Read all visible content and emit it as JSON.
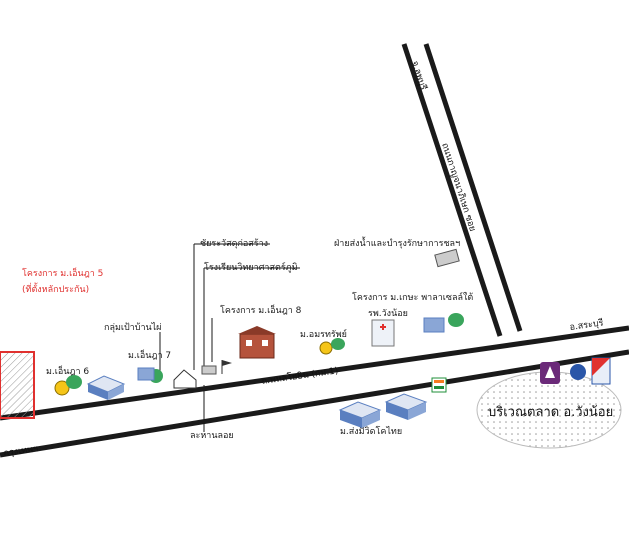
{
  "roads": {
    "main_road": "ถ.พหลโยธิน (กม.1)",
    "left_end": "กรุงเทพฯ",
    "right_end": "อ.สระบุรี",
    "side_road_north": "จ.ลพบุรี",
    "side_road_name": "ถนนกาญจนาภิเษก ซอย"
  },
  "labels": {
    "target_project": "โครงการ ม.เอ็นฎา 5",
    "target_project_note": "(ที่ตั้งหลักประกัน)",
    "chaiya": "ชัยระวัสดุก่อสร้าง",
    "school": "โรงเรียนวิทยาศาสตร์ภูมิ",
    "kru_thai": "กลุ่มเป้าบ้านไผ่",
    "mo_ensada7": "ม.เอ็นฎา 7",
    "mo_ensada6": "ม.เอ็นฎา 6",
    "project8": "โครงการ ม.เอ็นฎา 8",
    "mo_amornsap": "ม.อมรทรัพย์",
    "hospital": "รพ.วังน้อย",
    "project_khorat": "โครงการ ม.เกษะ พาลาเซลล์ใต้",
    "water_office": "ฝ่ายส่งน้ำและบำรุงรักษาการชลฯ",
    "bus_stop": "ละหานลอย",
    "petrol": "ม.ส่งมีวิดโคไทย",
    "market": "บริเวณตลาด อ.วังน้อย"
  },
  "colors": {
    "road": "#1a1a1a",
    "accent_red": "#e0312f",
    "bank_purple": "#6b2a79",
    "seven_green": "#1f8f3a",
    "seven_orange": "#f57c1f",
    "tree_green": "#3aa55c",
    "building_blue": "#5a7fc0"
  },
  "icons": [
    "building-icon",
    "house-icon",
    "coin-icon",
    "tree-icon",
    "seven-eleven-icon",
    "bank-icon",
    "hospital-icon",
    "flag-icon"
  ]
}
